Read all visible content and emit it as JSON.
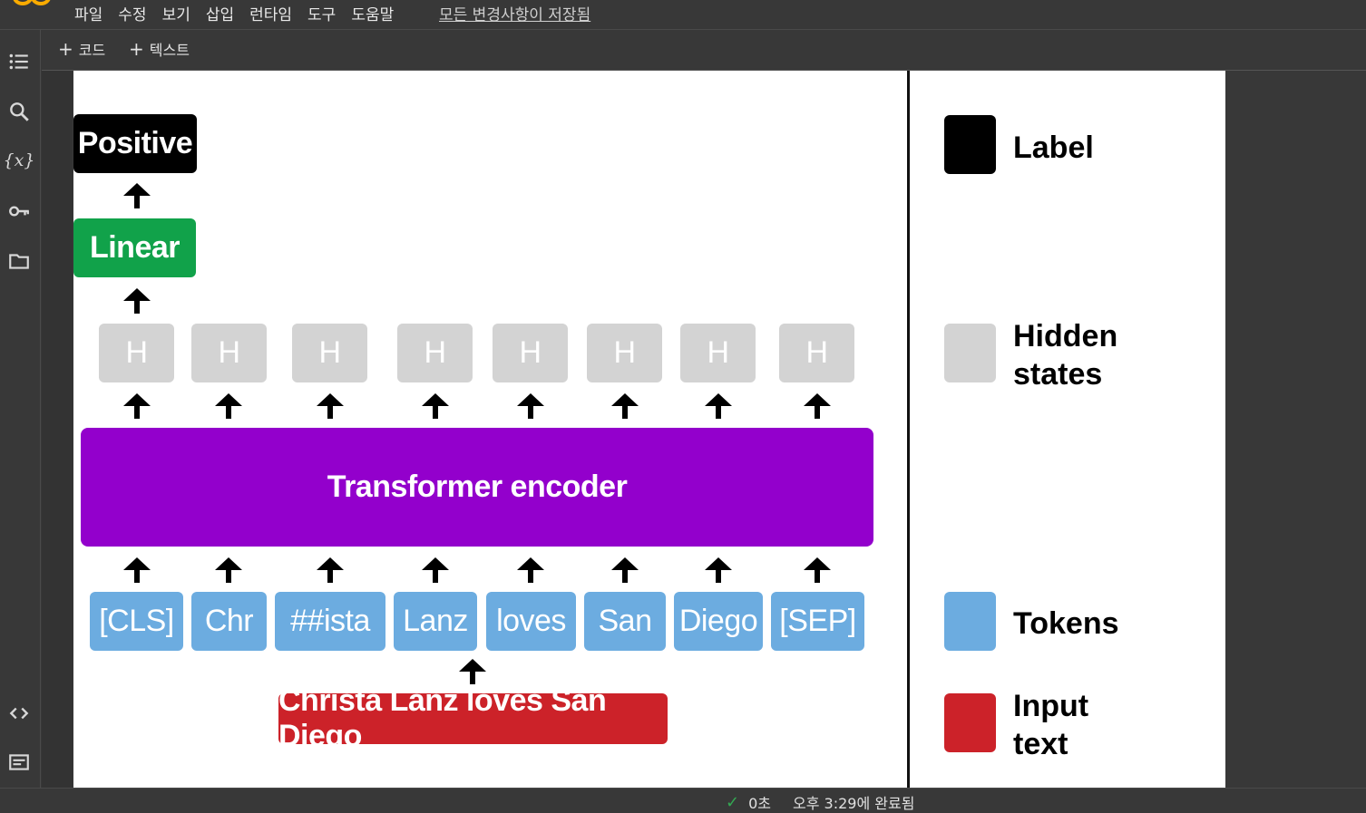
{
  "menubar": {
    "items": [
      "파일",
      "수정",
      "보기",
      "삽입",
      "런타임",
      "도구",
      "도움말"
    ],
    "saved_status": "모든 변경사항이 저장됨"
  },
  "toolbar": {
    "add_code": "코드",
    "add_text": "텍스트"
  },
  "rail": {
    "icons": [
      "table-of-contents-icon",
      "search-icon",
      "variables-icon",
      "secrets-key-icon",
      "files-folder-icon",
      "code-snippets-icon",
      "terminal-icon"
    ],
    "variables_glyph": "{x}"
  },
  "figure": {
    "label_box": "Positive",
    "linear_box": "Linear",
    "hidden_boxes": [
      "H",
      "H",
      "H",
      "H",
      "H",
      "H",
      "H",
      "H"
    ],
    "encoder_box": "Transformer encoder",
    "tokens": [
      "[CLS]",
      "Chr",
      "##ista",
      "Lanz",
      "loves",
      "San",
      "Diego",
      "[SEP]"
    ],
    "input_text": "Christa Lanz loves San Diego",
    "legend": [
      {
        "label": "Label",
        "color": "#000000"
      },
      {
        "label_line1": "Hidden",
        "label_line2": "states",
        "color": "#d3d3d3"
      },
      {
        "label": "Tokens",
        "color": "#6cace0"
      },
      {
        "label_line1": "Input",
        "label_line2": "text",
        "color": "#cc2229"
      }
    ],
    "colors": {
      "label": "#000000",
      "linear": "#11a24a",
      "hidden": "#d3d3d3",
      "encoder": "#9300cc",
      "tokens": "#6cace0",
      "input": "#cc2229"
    }
  },
  "status": {
    "elapsed": "0초",
    "completed": "오후 3:29에 완료됨"
  }
}
